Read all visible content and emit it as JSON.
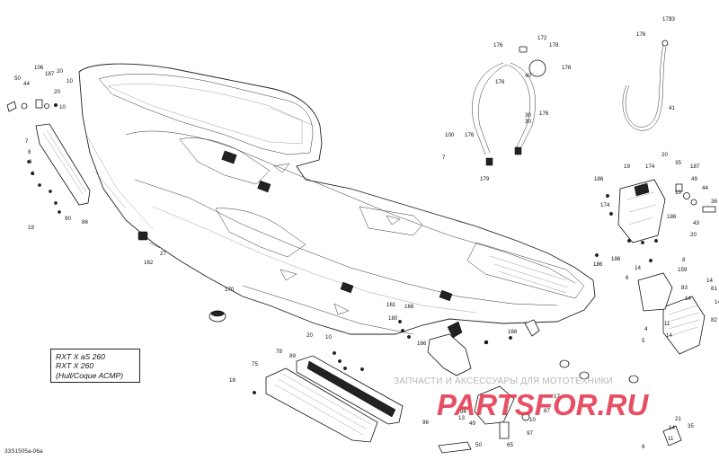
{
  "diagram": {
    "drawing_code": "33S1505a-06a",
    "model_box": {
      "lines": [
        "RXT X aS 260",
        "RXT X 260",
        "(Hull/Coque ACMP)"
      ]
    },
    "watermark": {
      "tagline": "ЗАПЧАСТИ И АКСЕССУАРЫ ДЛЯ МОТОТЕХНИКИ",
      "logo_text": "PARTSFOR.RU",
      "logo_color": "#e3324a"
    },
    "callouts": [
      "50",
      "44",
      "106",
      "187",
      "20",
      "10",
      "20",
      "10",
      "7",
      "8",
      "9",
      "6",
      "19",
      "90",
      "86",
      "162",
      "27",
      "170",
      "161",
      "168",
      "180",
      "166",
      "168",
      "78",
      "89",
      "20",
      "10",
      "75",
      "18",
      "172",
      "176",
      "178",
      "176",
      "178",
      "40",
      "30",
      "30",
      "176",
      "100",
      "176",
      "7",
      "179",
      "33",
      "173",
      "176",
      "41",
      "19",
      "174",
      "20",
      "186",
      "35",
      "187",
      "49",
      "44",
      "36",
      "43",
      "174",
      "10",
      "186",
      "186",
      "20",
      "186",
      "8",
      "159",
      "14",
      "14",
      "6",
      "83",
      "14",
      "14",
      "82",
      "81",
      "4",
      "5",
      "11",
      "14",
      "17",
      "94",
      "87",
      "96",
      "13",
      "10",
      "65",
      "97",
      "49",
      "50",
      "21",
      "35",
      "8",
      "11",
      "14"
    ]
  }
}
